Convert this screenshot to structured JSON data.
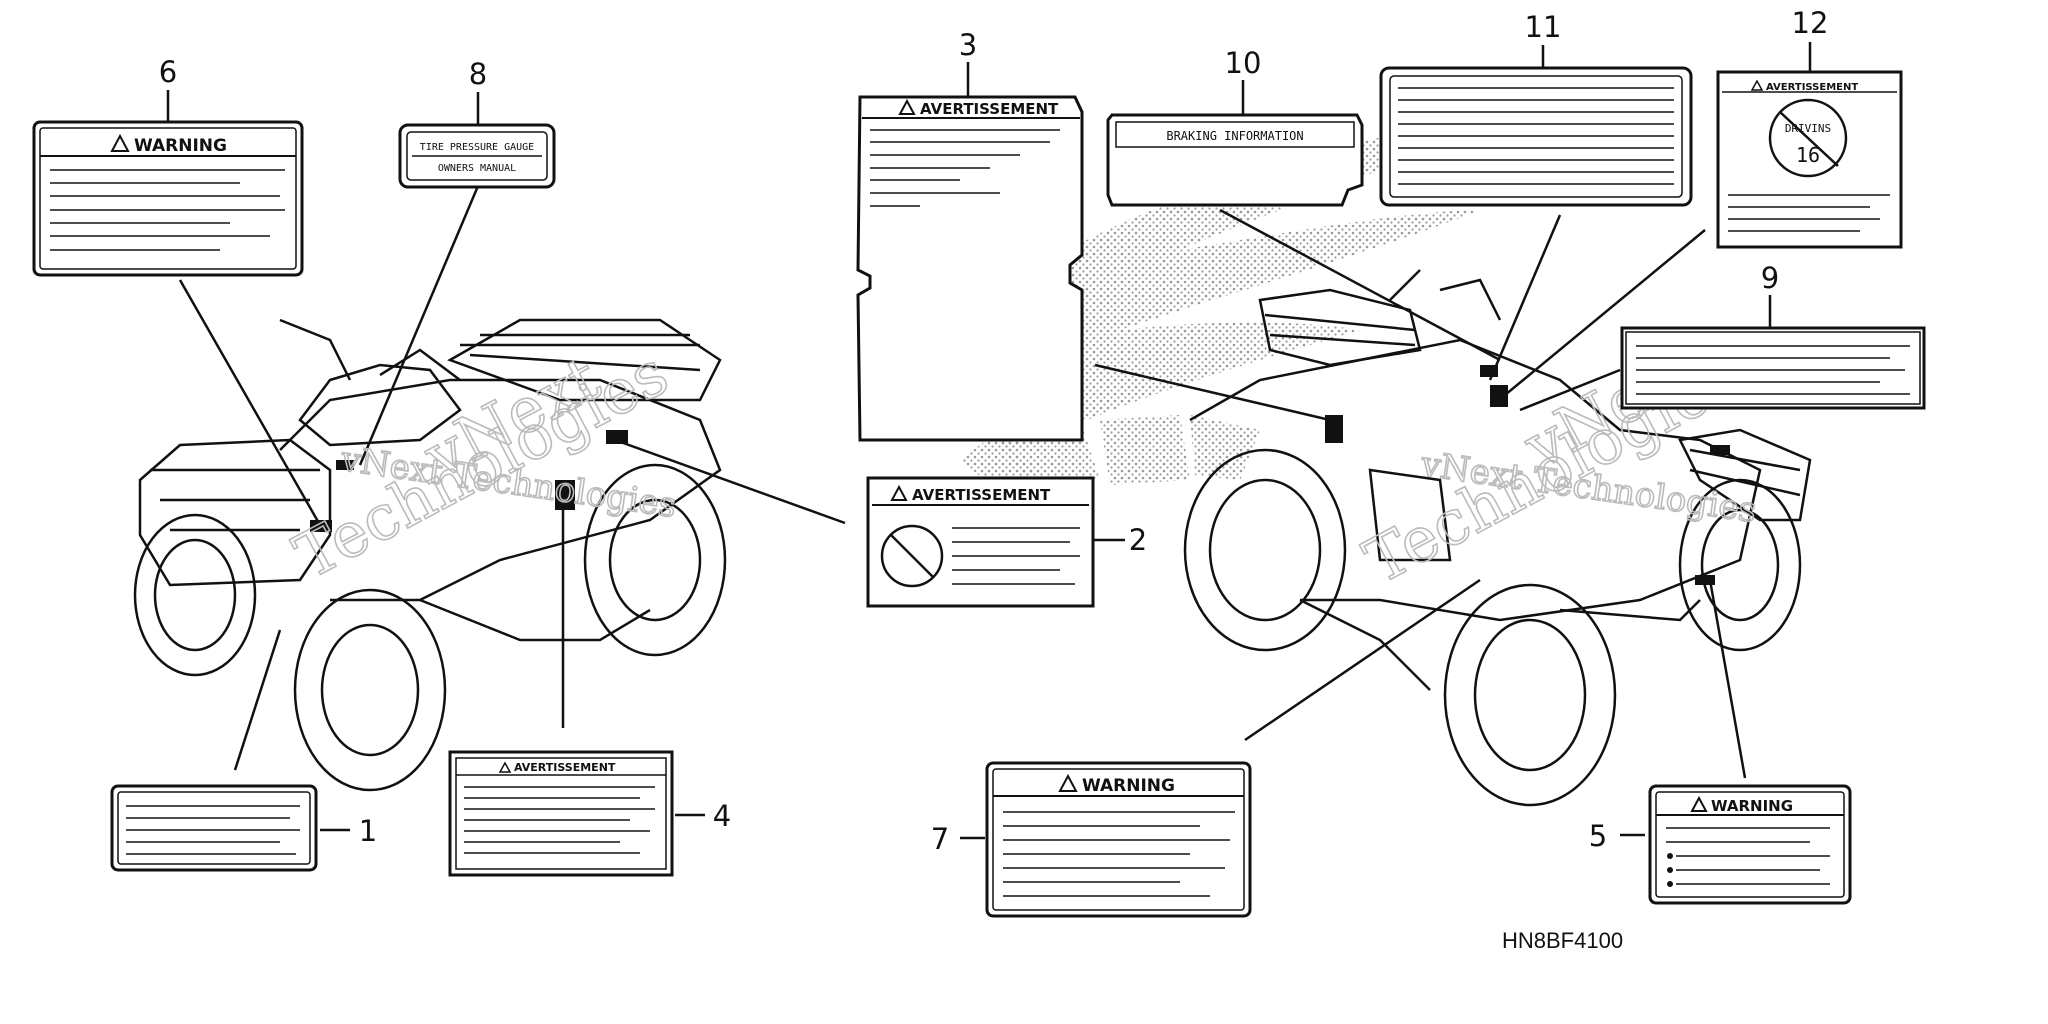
{
  "callouts": {
    "n1": "1",
    "n2": "2",
    "n3": "3",
    "n4": "4",
    "n5": "5",
    "n6": "6",
    "n7": "7",
    "n8": "8",
    "n9": "9",
    "n10": "10",
    "n11": "11",
    "n12": "12"
  },
  "labels": {
    "warning": "WARNING",
    "avertissement": "AVERTISSEMENT",
    "tire_line1": "TIRE PRESSURE GAUGE",
    "tire_line2": "OWNERS MANUAL",
    "braking": "BRAKING INFORMATION",
    "age_line1": "DRIVINS",
    "age_line2": "16"
  },
  "watermark": {
    "line1": "vNext Technologies",
    "line2": "Technologies",
    "line3": "vNext"
  },
  "diagram_code": "HN8BF4100",
  "colors": {
    "ink": "#111111",
    "watermark": "#bbbbbb",
    "dots": "#9a9a9a"
  }
}
